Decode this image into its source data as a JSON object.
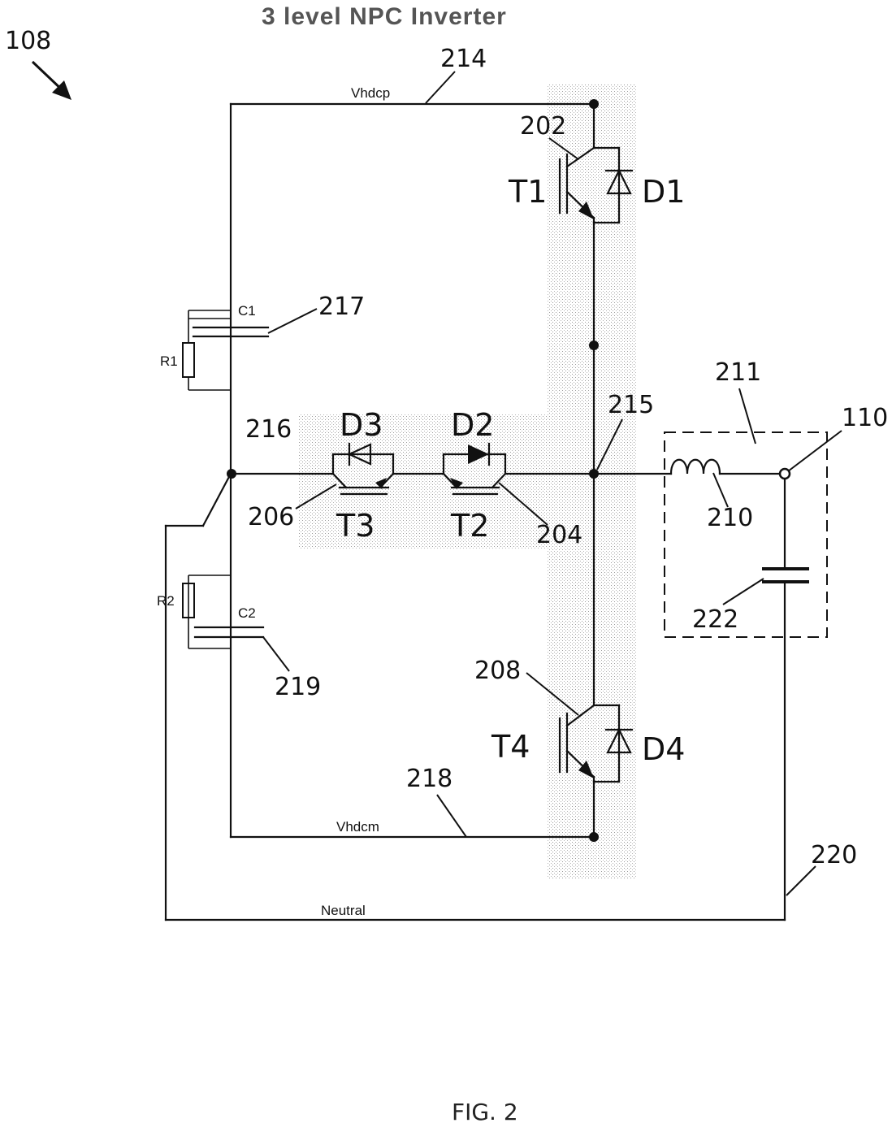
{
  "title": "3 level NPC Inverter",
  "figure_label": "FIG. 2",
  "refs": {
    "r108": "108",
    "r214": "214",
    "r202": "202",
    "r217": "217",
    "r211": "211",
    "r215": "215",
    "r216": "216",
    "r110": "110",
    "r206": "206",
    "r204": "204",
    "r210": "210",
    "r222": "222",
    "r219": "219",
    "r208": "208",
    "r218": "218",
    "r220": "220"
  },
  "components": {
    "t1": "T1",
    "d1": "D1",
    "t2": "T2",
    "d2": "D2",
    "t3": "T3",
    "d3": "D3",
    "t4": "T4",
    "d4": "D4",
    "c1": "C1",
    "c2": "C2",
    "r1": "R1",
    "r2": "R2"
  },
  "nets": {
    "vhdcp": "Vhdcp",
    "vhdcm": "Vhdcm",
    "neutral": "Neutral"
  }
}
